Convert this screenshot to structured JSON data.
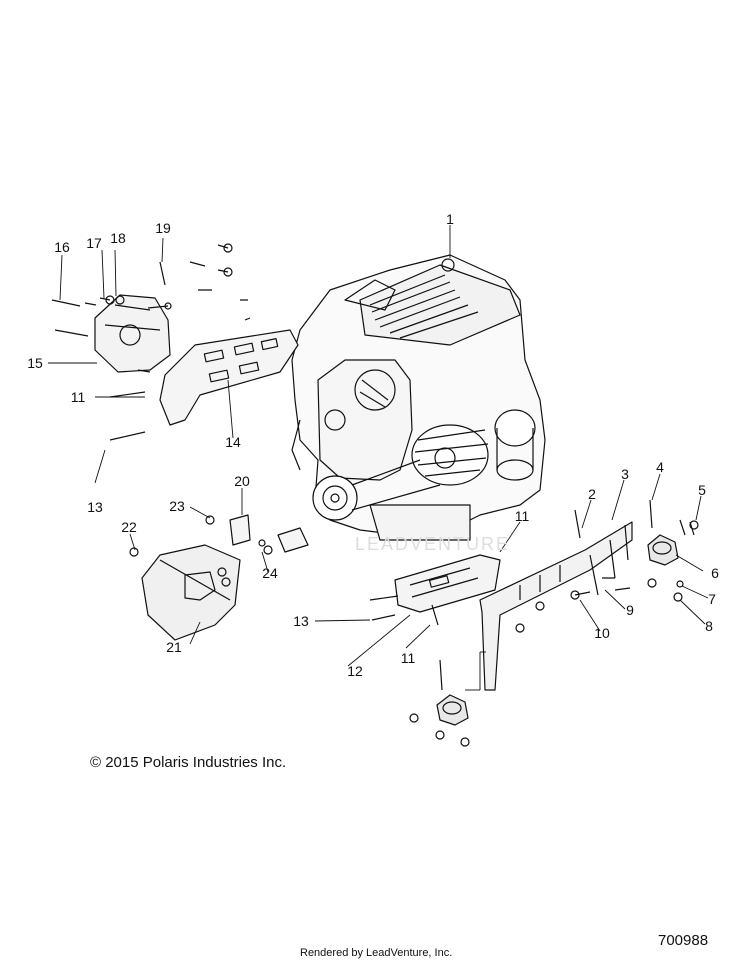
{
  "callouts": [
    {
      "id": "1",
      "label": "1"
    },
    {
      "id": "2",
      "label": "2"
    },
    {
      "id": "3",
      "label": "3"
    },
    {
      "id": "4",
      "label": "4"
    },
    {
      "id": "5",
      "label": "5"
    },
    {
      "id": "6",
      "label": "6"
    },
    {
      "id": "7",
      "label": "7"
    },
    {
      "id": "8",
      "label": "8"
    },
    {
      "id": "9",
      "label": "9"
    },
    {
      "id": "10",
      "label": "10"
    },
    {
      "id": "11a",
      "label": "11"
    },
    {
      "id": "11b",
      "label": "11"
    },
    {
      "id": "11c",
      "label": "11"
    },
    {
      "id": "12",
      "label": "12"
    },
    {
      "id": "13a",
      "label": "13"
    },
    {
      "id": "13b",
      "label": "13"
    },
    {
      "id": "14",
      "label": "14"
    },
    {
      "id": "15",
      "label": "15"
    },
    {
      "id": "16",
      "label": "16"
    },
    {
      "id": "17",
      "label": "17"
    },
    {
      "id": "18",
      "label": "18"
    },
    {
      "id": "19",
      "label": "19"
    },
    {
      "id": "20",
      "label": "20"
    },
    {
      "id": "21",
      "label": "21"
    },
    {
      "id": "22",
      "label": "22"
    },
    {
      "id": "23",
      "label": "23"
    },
    {
      "id": "24",
      "label": "24"
    }
  ],
  "footer": {
    "copyright": "© 2015 Polaris Industries Inc.",
    "catalog_number": "700988",
    "rendered_by": "Rendered by LeadVenture, Inc."
  },
  "watermark": "LEADVENTURE"
}
